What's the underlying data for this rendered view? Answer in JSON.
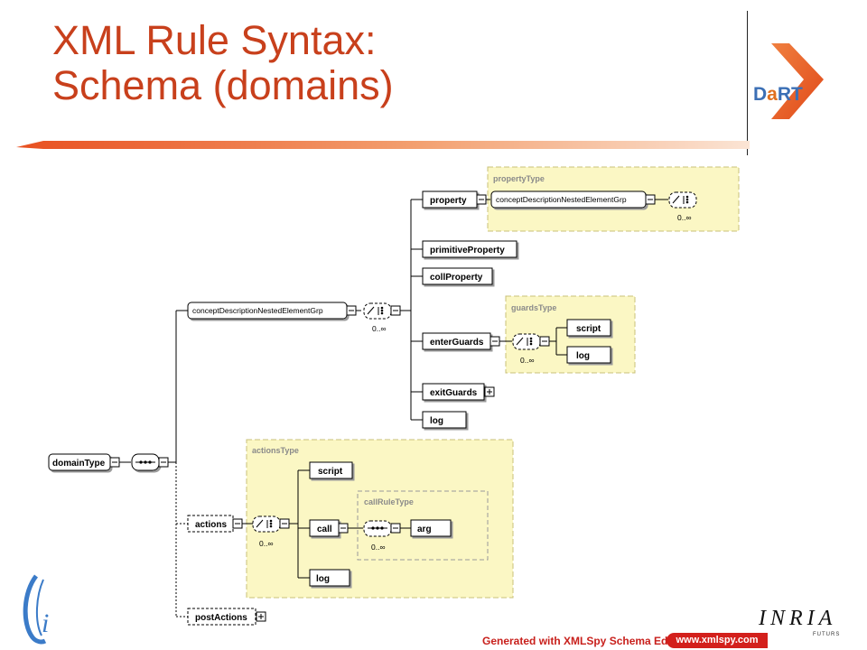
{
  "slide": {
    "title_line1": "XML Rule Syntax:",
    "title_line2": "Schema (domains)",
    "logo_text": [
      "D",
      "a",
      "RT"
    ],
    "partner_logo": "INRIA",
    "partner_sub": "FUTURS"
  },
  "footer": {
    "generated": "Generated with XMLSpy Schema Editor",
    "url": "www.xmlspy.com"
  },
  "colors": {
    "title": "#c8401c",
    "type_box_fill": "#fbf7c4",
    "type_box_border": "#c8c078",
    "accent": "#d3201c"
  },
  "schema": {
    "root": "domainType",
    "group": "conceptDescriptionNestedElementGrp",
    "cardinality": "0..∞",
    "property": "property",
    "property_type": "propertyType",
    "nested_group": "conceptDescriptionNestedElementGrp",
    "primitive_property": "primitiveProperty",
    "coll_property": "collProperty",
    "enter_guards": "enterGuards",
    "guards_type": "guardsType",
    "guards_script": "script",
    "guards_log": "log",
    "exit_guards": "exitGuards",
    "log": "log",
    "actions": "actions",
    "actions_type": "actionsType",
    "actions_script": "script",
    "actions_call": "call",
    "call_rule_type": "callRuleType",
    "arg": "arg",
    "actions_log": "log",
    "post_actions": "postActions"
  }
}
